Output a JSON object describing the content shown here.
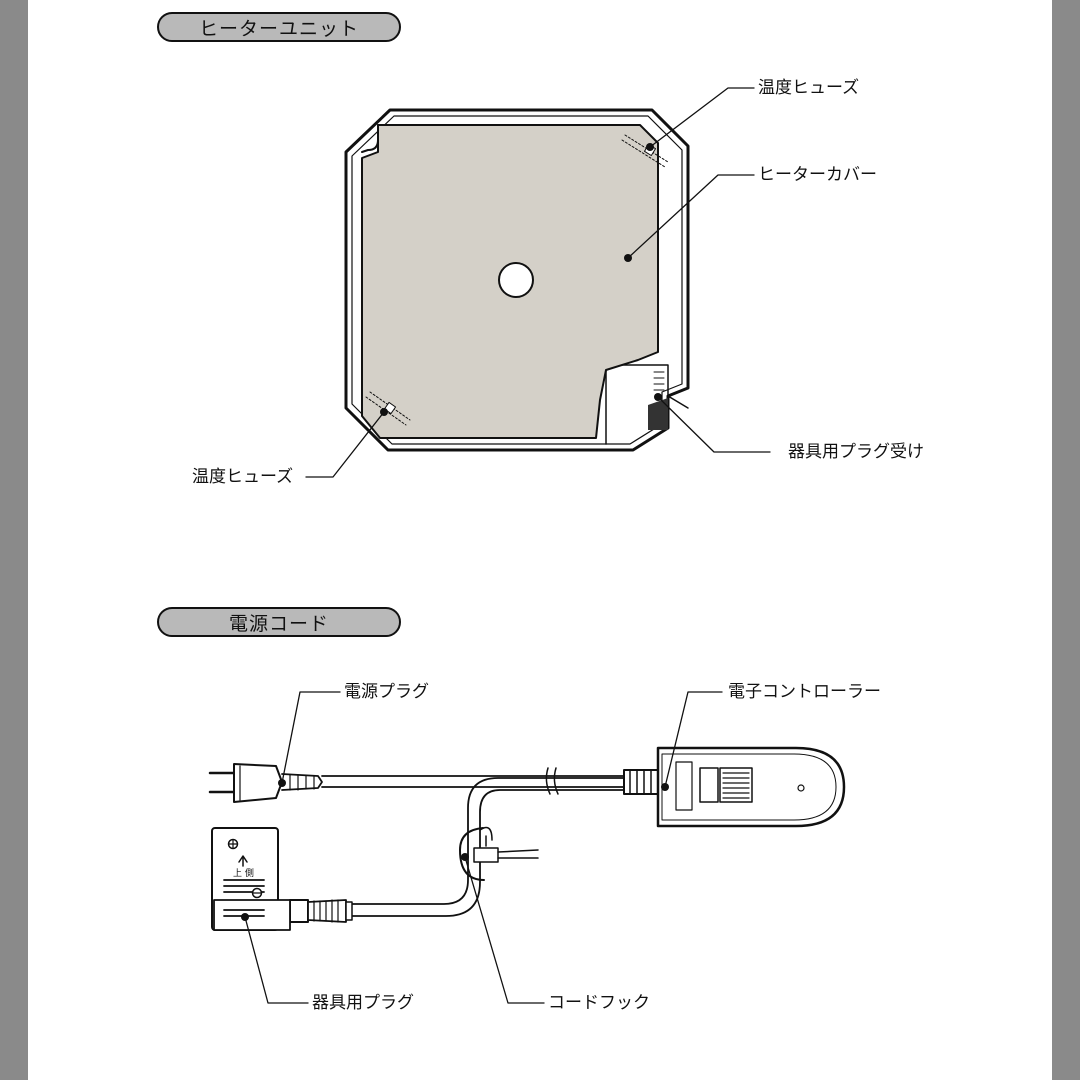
{
  "sections": {
    "heater_title": "ヒーターユニット",
    "cord_title": "電源コード"
  },
  "heater": {
    "fuse_top": "温度ヒューズ",
    "cover": "ヒーターカバー",
    "socket": "器具用プラグ受け",
    "fuse_bottom": "温度ヒューズ"
  },
  "cord": {
    "power_plug": "電源プラグ",
    "controller": "電子コントローラー",
    "appliance_plug": "器具用プラグ",
    "cord_hook": "コードフック"
  },
  "device_marks": {
    "up_side": "上 側"
  },
  "colors": {
    "page": "#ffffff",
    "margin": "#8a8a8a",
    "pill_fill": "#b9b9b9",
    "cover_fill": "#d4d0c8",
    "ink": "#111111"
  }
}
